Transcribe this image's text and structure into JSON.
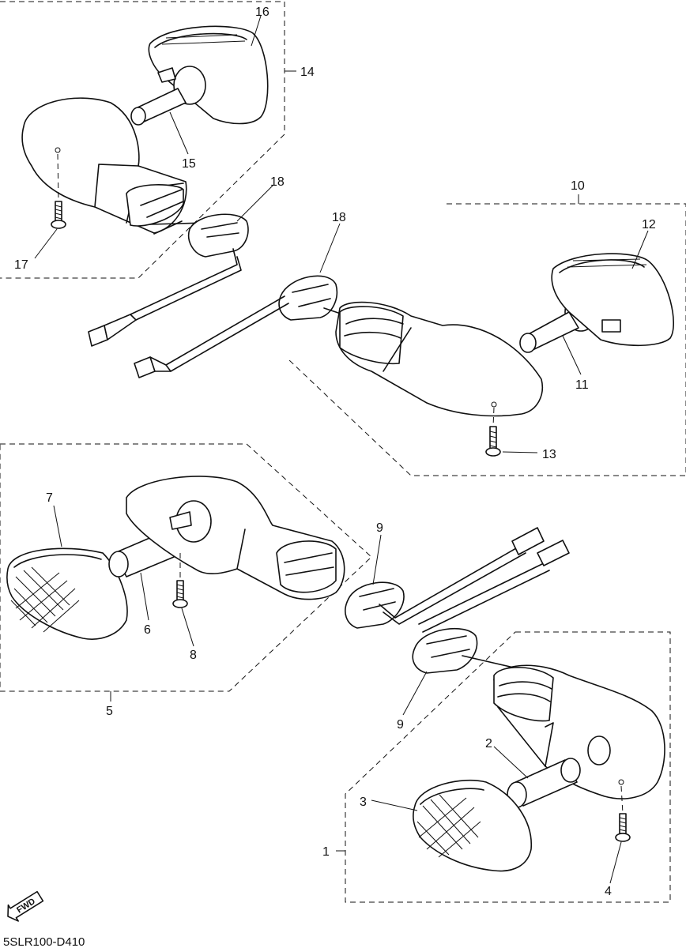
{
  "diagram_code": "5SLR100-D410",
  "fwd_label": "FWD",
  "callouts": {
    "c1": "1",
    "c2": "2",
    "c3": "3",
    "c4": "4",
    "c5": "5",
    "c6": "6",
    "c7": "7",
    "c8": "8",
    "c9a": "9",
    "c9b": "9",
    "c10": "10",
    "c11": "11",
    "c12": "12",
    "c13": "13",
    "c14": "14",
    "c15": "15",
    "c16": "16",
    "c17": "17",
    "c18a": "18",
    "c18b": "18"
  }
}
